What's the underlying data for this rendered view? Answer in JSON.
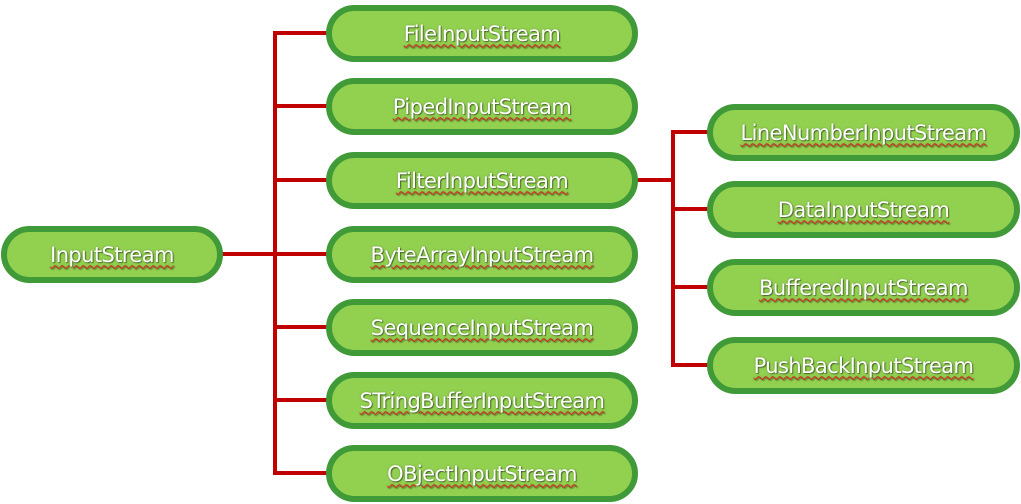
{
  "colors": {
    "node_fill": "#92d050",
    "node_border": "#3f9a37",
    "connector": "#c00000",
    "text": "#ffffff",
    "spell_underline": "#e01e1e"
  },
  "root": {
    "label": "InputStream"
  },
  "children": [
    {
      "label": "FileInputStream"
    },
    {
      "label": "PipedInputStream"
    },
    {
      "label": "FilterInputStream"
    },
    {
      "label": "ByteArrayInputStream"
    },
    {
      "label": "SequenceInputStream"
    },
    {
      "label": "STringBufferInputStream"
    },
    {
      "label": "OBjectInputStream"
    }
  ],
  "filter_children": [
    {
      "label": "LineNumberInputStream"
    },
    {
      "label": "DataInputStream"
    },
    {
      "label": "BufferedInputStream"
    },
    {
      "label": "PushBackInputStream"
    }
  ]
}
